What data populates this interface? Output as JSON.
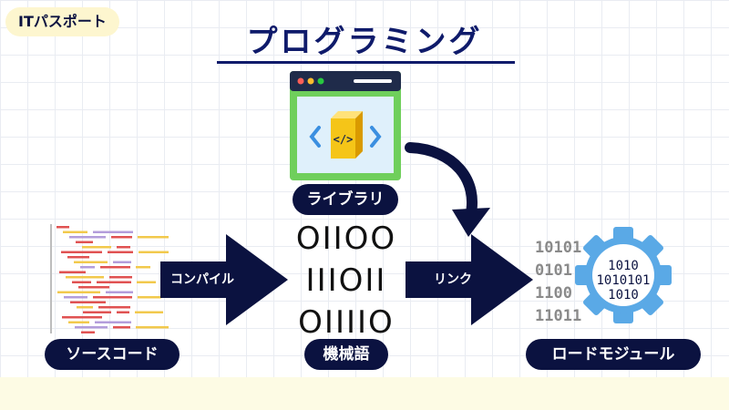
{
  "tag": "ITパスポート",
  "title": "プログラミング",
  "pills": {
    "source": "ソースコード",
    "library": "ライブラリ",
    "machine": "機械語",
    "load_module": "ロードモジュール"
  },
  "arrows": {
    "compile": "コンパイル",
    "link": "リンク"
  },
  "machine_code_lines": [
    "OIIOO",
    "IIIOII",
    "OIIIIO"
  ],
  "load_module_bits": [
    "10101",
    "0101",
    "1100",
    "11011"
  ],
  "gear_bits": [
    "1010",
    "1010101",
    "1010"
  ],
  "colors": {
    "navy": "#0b1240",
    "title": "#0f1b6b",
    "gear": "#5aa9e6",
    "library_frame": "#6fcf5b",
    "cube": "#f5c518",
    "tag_bg": "#fdf6cf"
  }
}
